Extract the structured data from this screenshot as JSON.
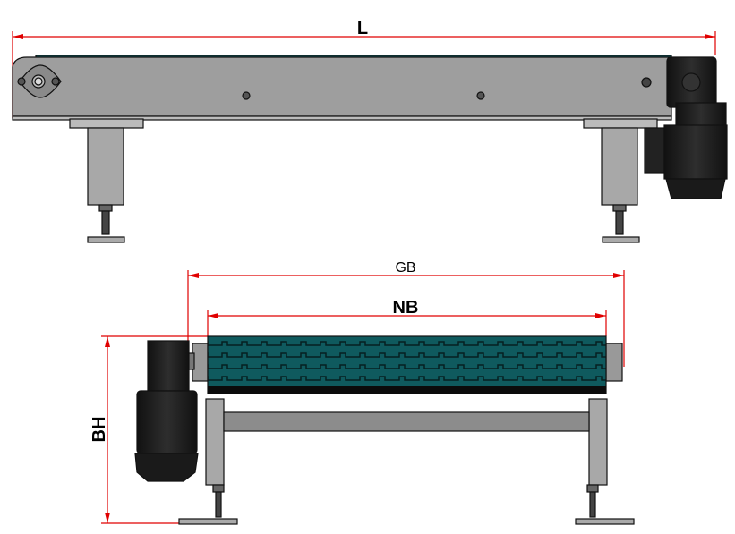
{
  "dimensions": {
    "length_label": "L",
    "gross_width_label": "GB",
    "net_width_label": "NB",
    "height_label": "BH"
  },
  "colors": {
    "dimension_line": "#e00000",
    "frame": "#9e9e9e",
    "belt": "#0f5a5e",
    "motor": "#1c1c1c"
  }
}
